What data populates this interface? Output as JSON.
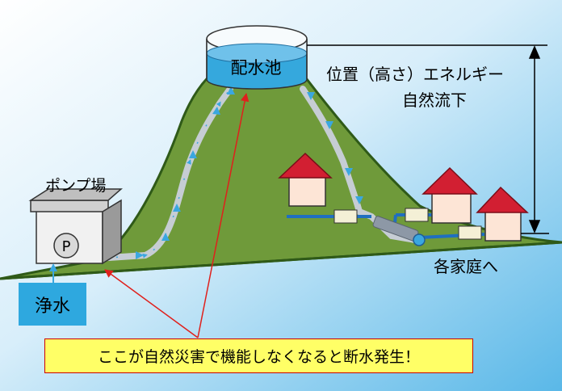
{
  "labels": {
    "pump_station": "ポンプ場",
    "pump_symbol": "P",
    "clean_water": "浄水",
    "reservoir": "配水池",
    "energy_line1": "位置（高さ）エネルギー",
    "energy_line2": "自然流下",
    "to_homes": "各家庭へ",
    "warning": "ここが自然災害で機能しなくなると断水発生！"
  },
  "colors": {
    "sky_top": "#ffffff",
    "sky_bottom": "#5ab8e8",
    "hill_fill": "#6f9a3a",
    "hill_edge": "#2f5a18",
    "water": "#35a8dd",
    "pipe": "#c6cdd4",
    "flow_arrow": "#3aa7e0",
    "house_roof": "#d21f32",
    "house_wall": "#fde5d6",
    "warning_fill": "#ffff66",
    "warning_border": "#cc0000",
    "pointer_line": "#e0201c"
  }
}
